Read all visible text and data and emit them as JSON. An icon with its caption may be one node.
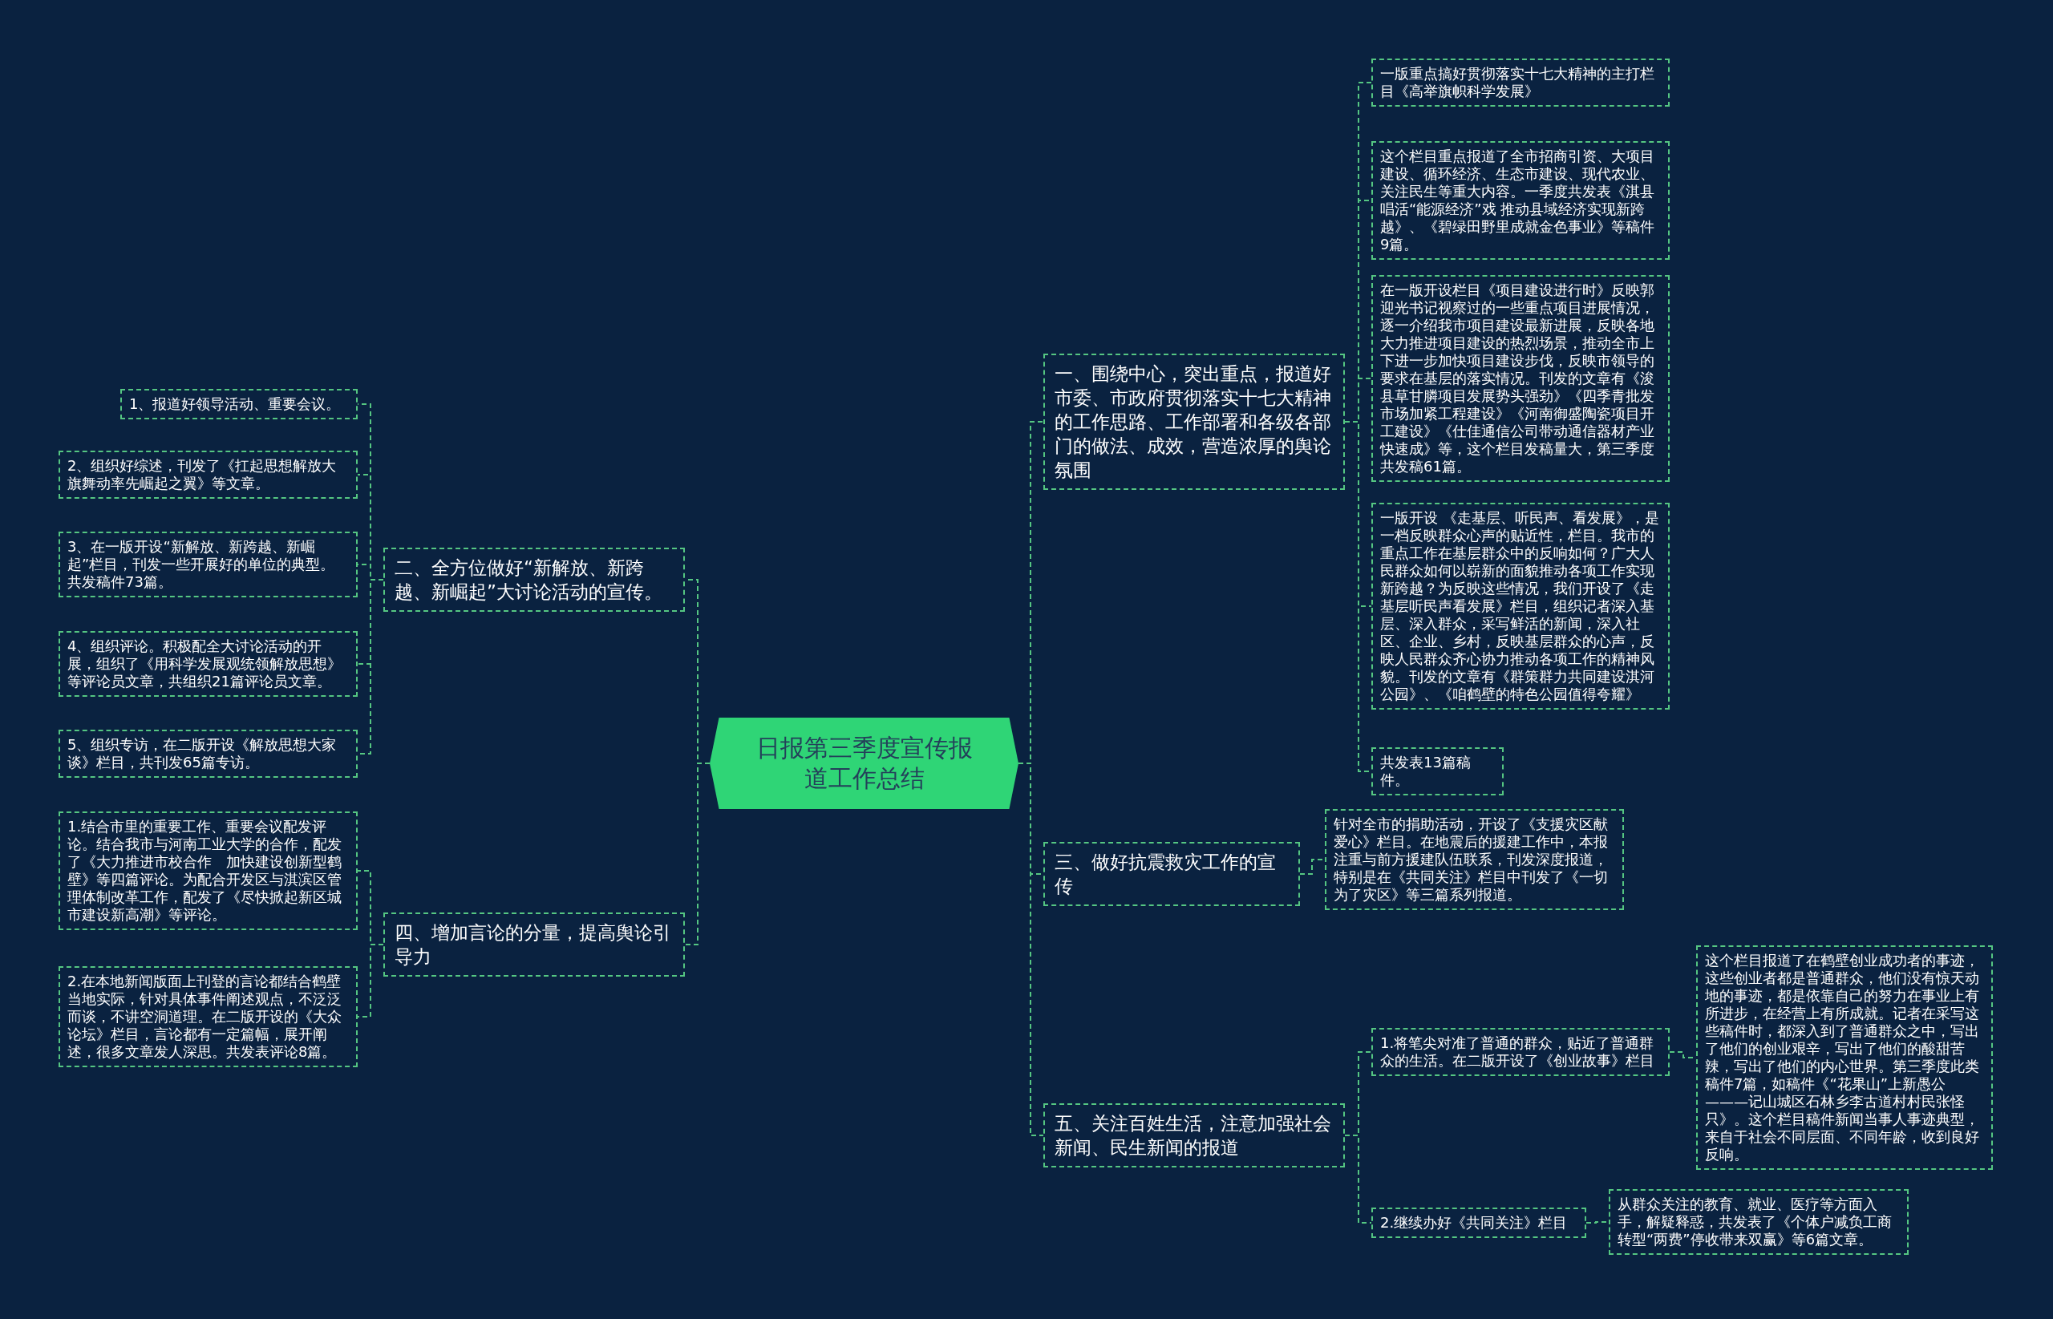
{
  "diagram": {
    "nodes": [
      {
        "text": [
          "日报第三季度宣传报道工作总结"
        ]
      },
      {
        "text": [
          "一、围绕中心，突出重点，报道好市委、市政府贯彻落实十七大精神的工作思路、工作部署和各级各部门的做法、成效，营造浓厚的舆论氛围"
        ]
      },
      {
        "text": [
          "一版重点搞好贯彻落实十七大精神的主打栏目《高举旗帜科学发展》"
        ]
      },
      {
        "text": [
          "这个栏目重点报道了全市招商引资、大项目建设、循环经济、生态市建设、现代农业、关注民生等重大内容。一季度共发表《淇县唱活“能源经济”戏 推动县域经济实现新跨越》、《碧绿田野里成就金色事业》等稿件9篇。"
        ]
      },
      {
        "text": [
          "在一版开设栏目《项目建设进行时》反映郭迎光书记视察过的一些重点项目进展情况，逐一介绍我市项目建设最新进展，反映各地大力推进项目建设的热烈场景，推动全市上下进一步加快项目建设步伐，反映市领导的要求在基层的落实情况。刊发的文章有《浚县草甘膦项目发展势头强劲》《四季青批发市场加紧工程建设》《河南御盛陶瓷项目开工建设》《仕佳通信公司带动通信器材产业快速成》等，这个栏目发稿量大，第三季度共发稿61篇。"
        ]
      },
      {
        "text": [
          "一版开设 《走基层、听民声、看发展》，是一档反映群众心声的贴近性，栏目。我市的重点工作在基层群众中的反响如何？广大人民群众如何以崭新的面貌推动各项工作实现新跨越？为反映这些情况，我们开设了《走基层听民声看发展》栏目，组织记者深入基层、深入群众，采写鲜活的新闻，深入社区、企业、乡村，反映基层群众的心声，反映人民群众齐心协力推动各项工作的精神风貌。刊发的文章有《群策群力共同建设淇河公园》、《咱鹤壁的特色公园值得夸耀》"
        ]
      },
      {
        "text": [
          "共发表13篇稿件。"
        ]
      },
      {
        "text": [
          "三、做好抗震救灾工作的宣传"
        ]
      },
      {
        "text": [
          "针对全市的捐助活动，开设了《支援灾区献爱心》栏目。在地震后的援建工作中，本报注重与前方援建队伍联系，刊发深度报道，特别是在《共同关注》栏目中刊发了《一切为了灾区》等三篇系列报道。"
        ]
      },
      {
        "text": [
          "五、关注百姓生活，注意加强社会新闻、民生新闻的报道"
        ]
      },
      {
        "text": [
          "1.将笔尖对准了普通的群众，贴近了普通群众的生活。在二版开设了《创业故事》栏目"
        ]
      },
      {
        "text": [
          "这个栏目报道了在鹤壁创业成功者的事迹，这些创业者都是普通群众，他们没有惊天动地的事迹，都是依靠自己的努力在事业上有所进步，在经营上有所成就。记者在采写这些稿件时，都深入到了普通群众之中，写出了他们的创业艰辛，写出了他们的酸甜苦辣，写出了他们的内心世界。第三季度此类稿件7篇，如稿件《“花果山”上新愚公———记山城区石林乡李古道村村民张怪只》。这个栏目稿件新闻当事人事迹典型，来自于社会不同层面、不同年龄，收到良好反响。"
        ]
      },
      {
        "text": [
          "2.继续办好《共同关注》栏目"
        ]
      },
      {
        "text": [
          "从群众关注的教育、就业、医疗等方面入手，解疑释惑，共发表了《个体户减负工商转型“两费”停收带来双赢》等6篇文章。"
        ]
      },
      {
        "text": [
          "二、全方位做好“新解放、新跨越、新崛起”大讨论活动的宣传。"
        ]
      },
      {
        "text": [
          "1、报道好领导活动、重要会议。"
        ]
      },
      {
        "text": [
          "2、组织好综述，刊发了《扛起思想解放大旗舞动率先崛起之翼》等文章。"
        ]
      },
      {
        "text": [
          "3、在一版开设“新解放、新跨越、新崛起”栏目，刊发一些开展好的单位的典型。共发稿件73篇。"
        ]
      },
      {
        "text": [
          "4、组织评论。积极配全大讨论活动的开展，组织了《用科学发展观统领解放思想》等评论员文章，共组织21篇评论员文章。"
        ]
      },
      {
        "text": [
          "5、组织专访，在二版开设《解放思想大家谈》栏目，共刊发65篇专访。"
        ]
      },
      {
        "text": [
          "四、增加言论的分量，提高舆论引导力"
        ]
      },
      {
        "text": [
          "1.结合市里的重要工作、重要会议配发评论。结合我市与河南工业大学的合作，配发了《大力推进市校合作　加快建设创新型鹤壁》等四篇评论。为配合开发区与淇滨区管理体制改革工作，配发了《尽快掀起新区城市建设新高潮》等评论。"
        ]
      },
      {
        "text": [
          "2.在本地新闻版面上刊登的言论都结合鹤壁当地实际，针对具体事件阐述观点，不泛泛而谈，不讲空洞道理。在二版开设的《大众论坛》栏目，言论都有一定篇幅，展开阐述，很多文章发人深思。共发表评论8篇。"
        ]
      }
    ],
    "edges": [
      {
        "from": 0,
        "to": 1,
        "arrow": "none"
      },
      {
        "from": 1,
        "to": 2,
        "arrow": "none"
      },
      {
        "from": 1,
        "to": 3,
        "arrow": "none"
      },
      {
        "from": 1,
        "to": 4,
        "arrow": "none"
      },
      {
        "from": 1,
        "to": 5,
        "arrow": "none"
      },
      {
        "from": 1,
        "to": 6,
        "arrow": "none"
      },
      {
        "from": 0,
        "to": 7,
        "arrow": "none"
      },
      {
        "from": 7,
        "to": 8,
        "arrow": "none"
      },
      {
        "from": 0,
        "to": 9,
        "arrow": "none"
      },
      {
        "from": 9,
        "to": 10,
        "arrow": "none"
      },
      {
        "from": 10,
        "to": 11,
        "arrow": "none"
      },
      {
        "from": 9,
        "to": 12,
        "arrow": "none"
      },
      {
        "from": 12,
        "to": 13,
        "arrow": "none"
      },
      {
        "from": 0,
        "to": 14,
        "arrow": "none"
      },
      {
        "from": 14,
        "to": 15,
        "arrow": "none"
      },
      {
        "from": 14,
        "to": 16,
        "arrow": "none"
      },
      {
        "from": 14,
        "to": 17,
        "arrow": "none"
      },
      {
        "from": 14,
        "to": 18,
        "arrow": "none"
      },
      {
        "from": 14,
        "to": 19,
        "arrow": "none"
      },
      {
        "from": 0,
        "to": 20,
        "arrow": "none"
      },
      {
        "from": 20,
        "to": 21,
        "arrow": "none"
      },
      {
        "from": 20,
        "to": 22,
        "arrow": "none"
      }
    ]
  }
}
